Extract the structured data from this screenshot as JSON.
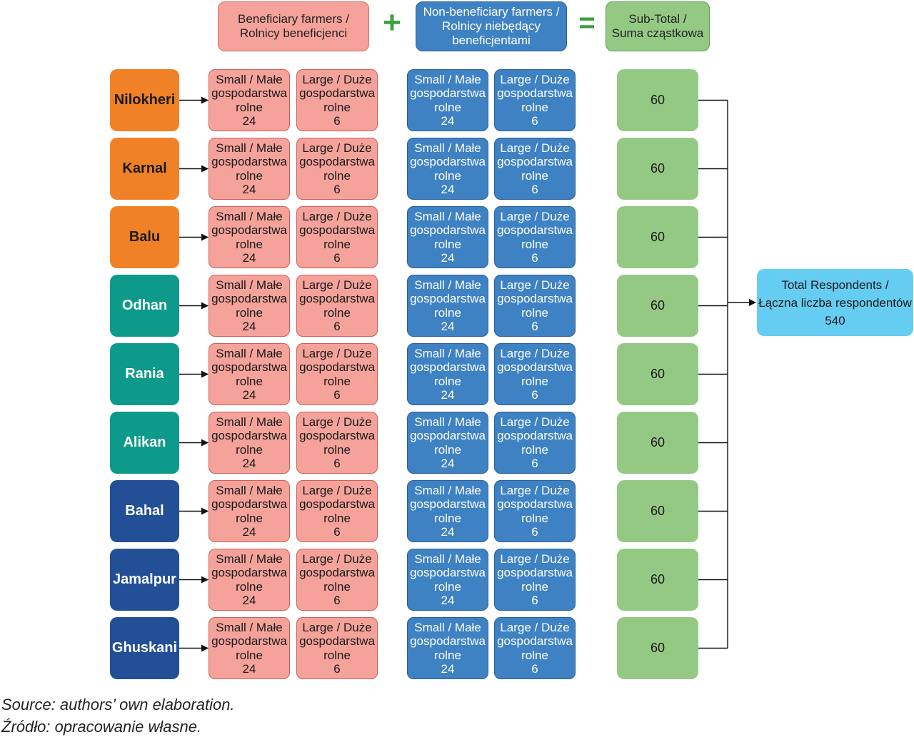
{
  "header": {
    "beneficiary_line1": "Beneficiary farmers /",
    "beneficiary_line2": "Rolnicy beneficjenci",
    "plus_sign": "+",
    "nonbeneficiary_line1": "Non-beneficiary farmers /",
    "nonbeneficiary_line2": "Rolnicy niebędący",
    "nonbeneficiary_line3": "beneficjentami",
    "equals_sign": "=",
    "subtotal_line1": "Sub-Total /",
    "subtotal_line2": "Suma cząstkowa"
  },
  "cell_text": {
    "small_line1": "Small / Małe",
    "large_line1": "Large / Duże",
    "line2": "gospodarstwa",
    "line3": "rolne"
  },
  "rows": [
    {
      "district": "Nilokheri",
      "color": "#f08126",
      "ben_small": "24",
      "ben_large": "6",
      "non_small": "24",
      "non_large": "6",
      "subtotal": "60"
    },
    {
      "district": "Karnal",
      "color": "#f08126",
      "ben_small": "24",
      "ben_large": "6",
      "non_small": "24",
      "non_large": "6",
      "subtotal": "60"
    },
    {
      "district": "Balu",
      "color": "#f08126",
      "ben_small": "24",
      "ben_large": "6",
      "non_small": "24",
      "non_large": "6",
      "subtotal": "60"
    },
    {
      "district": "Odhan",
      "color": "#0d9a8a",
      "ben_small": "24",
      "ben_large": "6",
      "non_small": "24",
      "non_large": "6",
      "subtotal": "60"
    },
    {
      "district": "Rania",
      "color": "#0d9a8a",
      "ben_small": "24",
      "ben_large": "6",
      "non_small": "24",
      "non_large": "6",
      "subtotal": "60"
    },
    {
      "district": "Alikan",
      "color": "#0d9a8a",
      "ben_small": "24",
      "ben_large": "6",
      "non_small": "24",
      "non_large": "6",
      "subtotal": "60"
    },
    {
      "district": "Bahal",
      "color": "#224f96",
      "ben_small": "24",
      "ben_large": "6",
      "non_small": "24",
      "non_large": "6",
      "subtotal": "60"
    },
    {
      "district": "Jamalpur",
      "color": "#224f96",
      "ben_small": "24",
      "ben_large": "6",
      "non_small": "24",
      "non_large": "6",
      "subtotal": "60"
    },
    {
      "district": "Ghuskani",
      "color": "#224f96",
      "ben_small": "24",
      "ben_large": "6",
      "non_small": "24",
      "non_large": "6",
      "subtotal": "60"
    }
  ],
  "total": {
    "line1": "Total Respondents /",
    "line2": "Łączna liczba respondentów",
    "value": "540"
  },
  "source": {
    "english": "Source: authors’ own elaboration.",
    "polish": "Źródło: opracowanie własne."
  },
  "colors": {
    "beneficiary": "#f4a29a",
    "nonbeneficiary": "#3e82c3",
    "subtotal": "#94c984",
    "total": "#66cdf2",
    "operator": "#3ca13c"
  }
}
